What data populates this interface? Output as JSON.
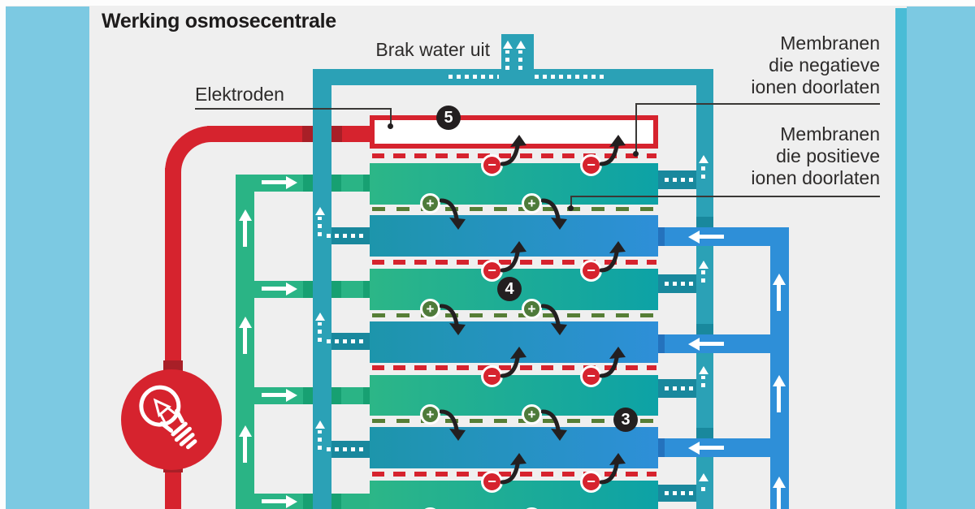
{
  "title": "Werking osmosecentrale",
  "labels": {
    "brak_water_uit": "Brak water uit",
    "elektroden": "Elektroden",
    "mem_neg": [
      "Membranen",
      "die negatieve",
      "ionen doorlaten"
    ],
    "mem_pos": [
      "Membranen",
      "die positieve",
      "ionen doorlaten"
    ]
  },
  "badges": {
    "n3": "3",
    "n4": "4",
    "n5": "5"
  },
  "icons": {
    "minus_ion": "−",
    "plus_ion": "+"
  },
  "colors": {
    "bg": "#efefef",
    "panel": "#7cc9e2",
    "strip": "#49bcd6",
    "red": "#d6232e",
    "redDark": "#a81f27",
    "teal": "#2ba1b6",
    "tealDark": "#19889d",
    "green": "#2ab485",
    "greenDark": "#17a072",
    "blue": "#2e8fd8",
    "blueDark": "#2472bd",
    "olive": "#4e7b3a",
    "oliveDash": "#567e36",
    "ink": "#231f20",
    "barGreenL": "#2cb687",
    "barGreenR": "#0da2a6",
    "barBlueL": "#1d95ab",
    "barBlueR": "#2e8fd8"
  }
}
